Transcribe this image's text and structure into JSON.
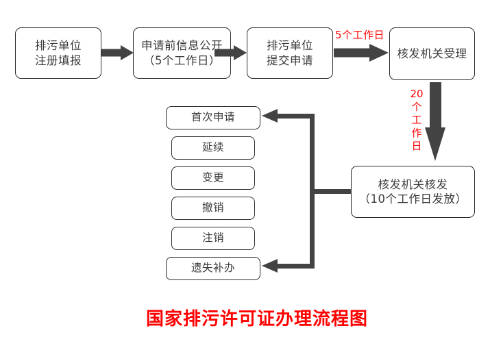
{
  "diagram": {
    "title": "国家排污许可证办理流程图",
    "top_flow": [
      {
        "name": "register",
        "lines": [
          "排污单位",
          "注册填报"
        ]
      },
      {
        "name": "pre-application-disclosure",
        "lines": [
          "申请前信息公开",
          "（5个工作日）"
        ]
      },
      {
        "name": "submit-application",
        "lines": [
          "排污单位",
          "提交申请"
        ]
      },
      {
        "name": "authority-acceptance",
        "lines": [
          "核发机关受理"
        ]
      }
    ],
    "issuing_box": {
      "name": "authority-issuance",
      "lines": [
        "核发机关核发",
        "（10个工作日发放）"
      ]
    },
    "application_types": [
      {
        "name": "first-application",
        "label": "首次申请"
      },
      {
        "name": "renewal",
        "label": "延续"
      },
      {
        "name": "change",
        "label": "变更"
      },
      {
        "name": "revocation",
        "label": "撤销"
      },
      {
        "name": "cancellation",
        "label": "注销"
      },
      {
        "name": "lost-reissue",
        "label": "遗失补办"
      }
    ],
    "labels": {
      "five_working_days": "5个工作日",
      "twenty_working_days_chars": [
        "20",
        "个",
        "工",
        "作",
        "日"
      ]
    },
    "colors": {
      "accent_red": "#fe0000",
      "arrow_gray": "#434343",
      "box_border": "#2b2b2b",
      "text_gray": "#3a3a3a",
      "background": "#ffffff"
    }
  }
}
